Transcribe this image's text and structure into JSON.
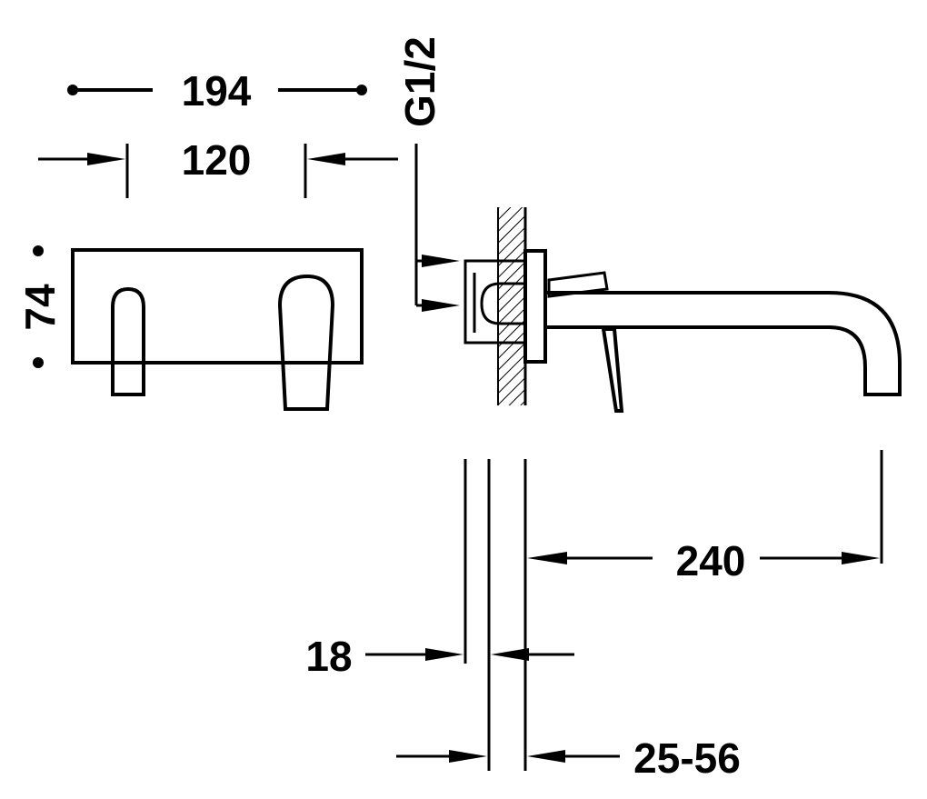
{
  "dimensions": {
    "overall_width": "194",
    "handle_spacing": "120",
    "thread": "G1/2",
    "plate_height": "74",
    "spout_projection": "240",
    "plate_depth": "18",
    "wall_range": "25-56"
  },
  "colors": {
    "ink": "#000000",
    "background": "#ffffff"
  }
}
